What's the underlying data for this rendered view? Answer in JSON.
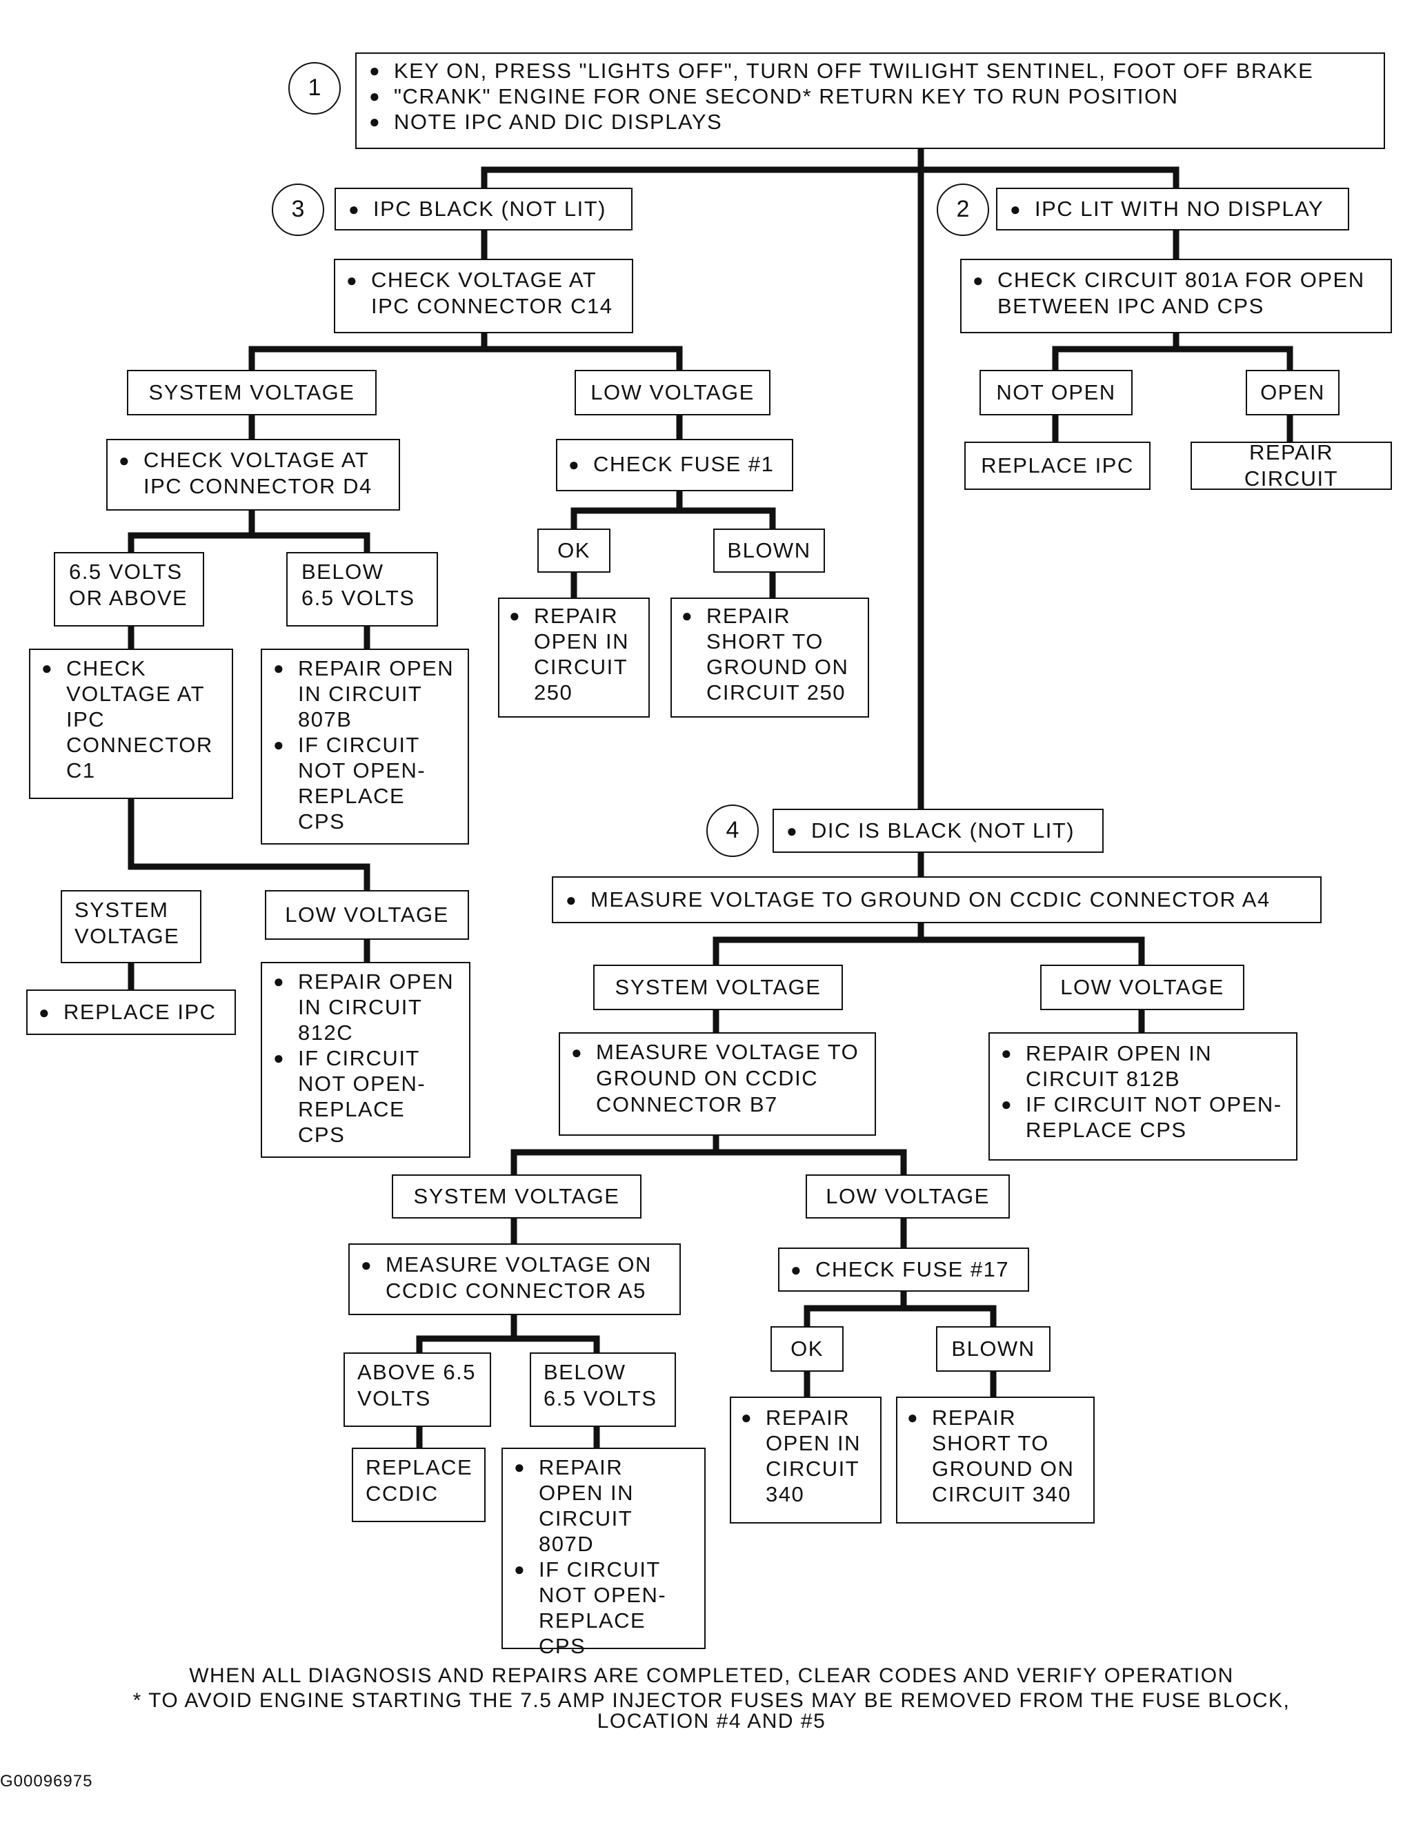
{
  "steps": {
    "s1": {
      "num": "1",
      "lines": [
        "KEY ON, PRESS \"LIGHTS OFF\", TURN OFF TWILIGHT SENTINEL, FOOT OFF BRAKE",
        "\"CRANK\" ENGINE FOR ONE SECOND* RETURN KEY TO RUN POSITION",
        "NOTE IPC AND DIC DISPLAYS"
      ]
    },
    "s2": {
      "num": "2",
      "text": "IPC LIT WITH NO DISPLAY"
    },
    "s3": {
      "num": "3",
      "text": "IPC BLACK (NOT LIT)"
    },
    "s4": {
      "num": "4",
      "text": "DIC IS BLACK (NOT LIT)"
    }
  },
  "branch3": {
    "check_c14": "CHECK VOLTAGE AT IPC CONNECTOR C14",
    "system_voltage": "SYSTEM VOLTAGE",
    "low_voltage": "LOW VOLTAGE",
    "check_d4": "CHECK VOLTAGE AT IPC CONNECTOR D4",
    "check_fuse1": "CHECK FUSE #1",
    "ok": "OK",
    "blown": "BLOWN",
    "repair_open_250": "REPAIR OPEN IN CIRCUIT 250",
    "repair_short_250": "REPAIR SHORT TO GROUND ON CIRCUIT 250",
    "above_65": "6.5 VOLTS OR ABOVE",
    "below_65": "BELOW 6.5 VOLTS",
    "check_c1": "CHECK VOLTAGE AT IPC CONNECTOR C1",
    "repair_807b": [
      "REPAIR OPEN IN CIRCUIT 807B",
      "IF CIRCUIT NOT OPEN- REPLACE CPS"
    ],
    "c1_system_voltage": "SYSTEM VOLTAGE",
    "c1_low_voltage": "LOW VOLTAGE",
    "replace_ipc": "REPLACE IPC",
    "repair_812c": [
      "REPAIR OPEN IN CIRCUIT 812C",
      "IF CIRCUIT NOT OPEN- REPLACE CPS"
    ]
  },
  "branch2": {
    "check_801a": "CHECK CIRCUIT 801A FOR OPEN BETWEEN IPC AND CPS",
    "not_open": "NOT OPEN",
    "open": "OPEN",
    "replace_ipc": "REPLACE IPC",
    "repair_circuit": "REPAIR CIRCUIT"
  },
  "branch4": {
    "measure_a4": "MEASURE VOLTAGE TO GROUND ON CCDIC CONNECTOR A4",
    "system_voltage": "SYSTEM VOLTAGE",
    "low_voltage": "LOW VOLTAGE",
    "measure_b7": "MEASURE VOLTAGE TO GROUND ON CCDIC CONNECTOR B7",
    "repair_812b": [
      "REPAIR OPEN IN CIRCUIT 812B",
      "IF CIRCUIT NOT OPEN-REPLACE CPS"
    ],
    "b7_system_voltage": "SYSTEM VOLTAGE",
    "b7_low_voltage": "LOW VOLTAGE",
    "measure_a5": "MEASURE VOLTAGE ON CCDIC CONNECTOR A5",
    "check_fuse17": "CHECK FUSE #17",
    "above_65": "ABOVE 6.5 VOLTS",
    "below_65": "BELOW 6.5 VOLTS",
    "ok": "OK",
    "blown": "BLOWN",
    "replace_ccdic": "REPLACE CCDIC",
    "repair_807d": [
      "REPAIR OPEN IN CIRCUIT 807D",
      "IF CIRCUIT NOT OPEN- REPLACE CPS"
    ],
    "repair_open_340": "REPAIR OPEN IN CIRCUIT 340",
    "repair_short_340": "REPAIR SHORT TO GROUND ON CIRCUIT 340"
  },
  "footer": {
    "line1": "WHEN ALL DIAGNOSIS AND REPAIRS ARE COMPLETED, CLEAR CODES AND VERIFY OPERATION",
    "line2": "* TO AVOID ENGINE STARTING THE 7.5 AMP INJECTOR FUSES MAY BE REMOVED FROM THE FUSE BLOCK,",
    "line3": "LOCATION #4 AND #5",
    "figure_code": "G00096975"
  }
}
